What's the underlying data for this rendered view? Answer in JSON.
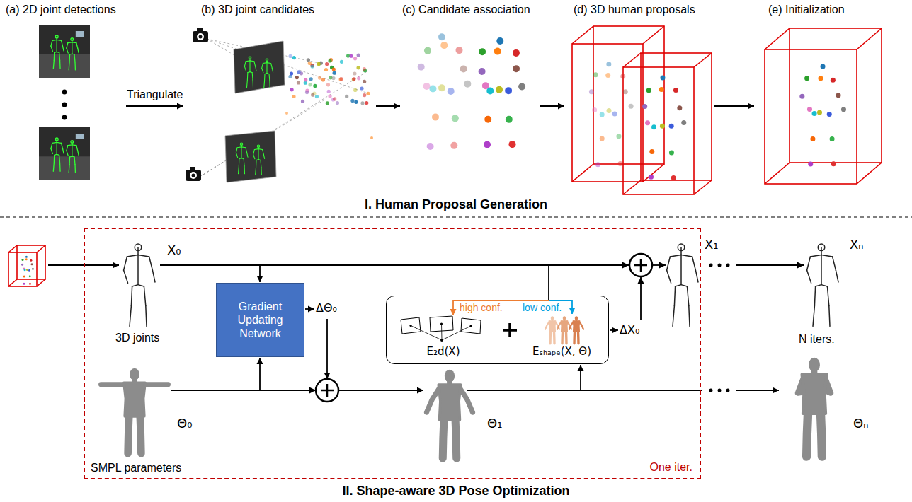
{
  "diagram": {
    "nodes": [
      {
        "text": [
          "(a) 2D joint detections"
        ]
      },
      {
        "text": [
          "(b) 3D joint candidates"
        ]
      },
      {
        "text": [
          "(c) Candidate association"
        ]
      },
      {
        "text": [
          "(d) 3D human proposals"
        ]
      },
      {
        "text": [
          "(e) Initialization"
        ]
      },
      {
        "text": [
          "One iter."
        ]
      },
      {
        "text": [
          "Gradient Updating Network"
        ],
        "in": 5
      },
      {
        "text": [
          "high conf.",
          "low conf.",
          "E₂d(X)",
          "Eₛₕₐₚₑ(X, Θ)"
        ],
        "in": 5
      }
    ],
    "edges": [
      {
        "from": 0,
        "to": 1,
        "arrow": "to",
        "label": "Triangulate"
      },
      {
        "from": 1,
        "to": 2,
        "arrow": "to"
      },
      {
        "from": 2,
        "to": 3,
        "arrow": "to"
      },
      {
        "from": 3,
        "to": 4,
        "arrow": "to"
      }
    ],
    "labels": [
      "I. Human Proposal Generation",
      "II. Shape-aware 3D Pose Optimization",
      "X₀",
      "3D joints",
      "SMPL parameters",
      "Θ₀",
      "ΔΘ₀",
      "Θ₁",
      "ΔX₀",
      "X₁",
      "N iters.",
      "Xₙ",
      "Θₙ"
    ]
  }
}
